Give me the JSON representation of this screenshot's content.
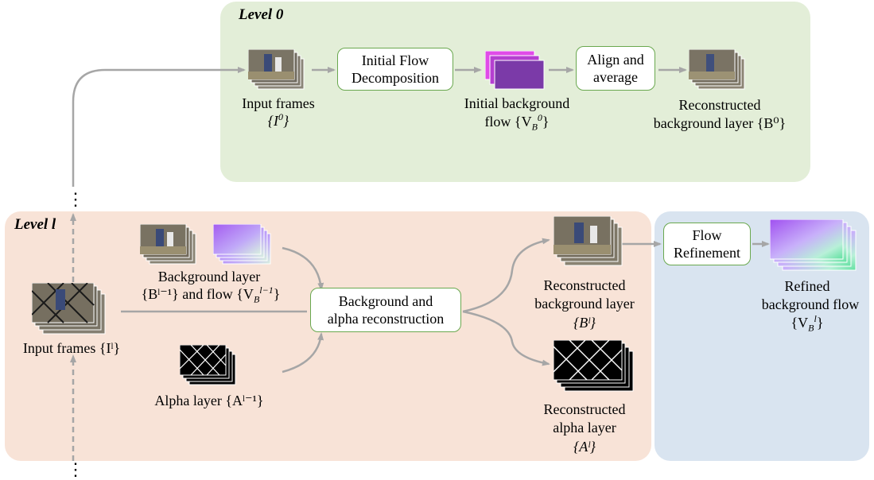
{
  "colors": {
    "level0_bg": "#e3eed8",
    "levell_bg": "#f8e3d7",
    "refine_bg": "#d9e4f0",
    "box_border": "#6aa84f",
    "arrow": "#a6a6a6"
  },
  "level0": {
    "title": "Level 0",
    "input_label": "Input frames",
    "input_set": "{I⁰}",
    "flow_box_line1": "Initial Flow",
    "flow_box_line2": "Decomposition",
    "init_flow_line1": "Initial background",
    "init_flow_line2": "flow {V",
    "align_line1": "Align and",
    "align_line2": "average",
    "recon_line1": "Reconstructed",
    "recon_line2": "background layer {B⁰}"
  },
  "levell": {
    "title": "Level l",
    "bg_layer_line1": "Background layer",
    "bg_layer_set": "{Bˡ⁻¹} and flow {V",
    "input_label": "Input frames {Iˡ}",
    "alpha_label": "Alpha layer {Aˡ⁻¹}",
    "recon_box_line1": "Background and",
    "recon_box_line2": "alpha reconstruction",
    "recon_bg_line1": "Reconstructed",
    "recon_bg_line2": "background layer",
    "recon_bg_set": "{Bˡ}",
    "recon_alpha_line1": "Reconstructed",
    "recon_alpha_line2": "alpha layer",
    "recon_alpha_set": "{Aˡ}"
  },
  "refine": {
    "box_line1": "Flow",
    "box_line2": "Refinement",
    "out_line1": "Refined",
    "out_line2": "background flow",
    "out_set": "{V"
  },
  "misc": {
    "dots_top": "⋮",
    "dots_bottom": "⋮"
  }
}
